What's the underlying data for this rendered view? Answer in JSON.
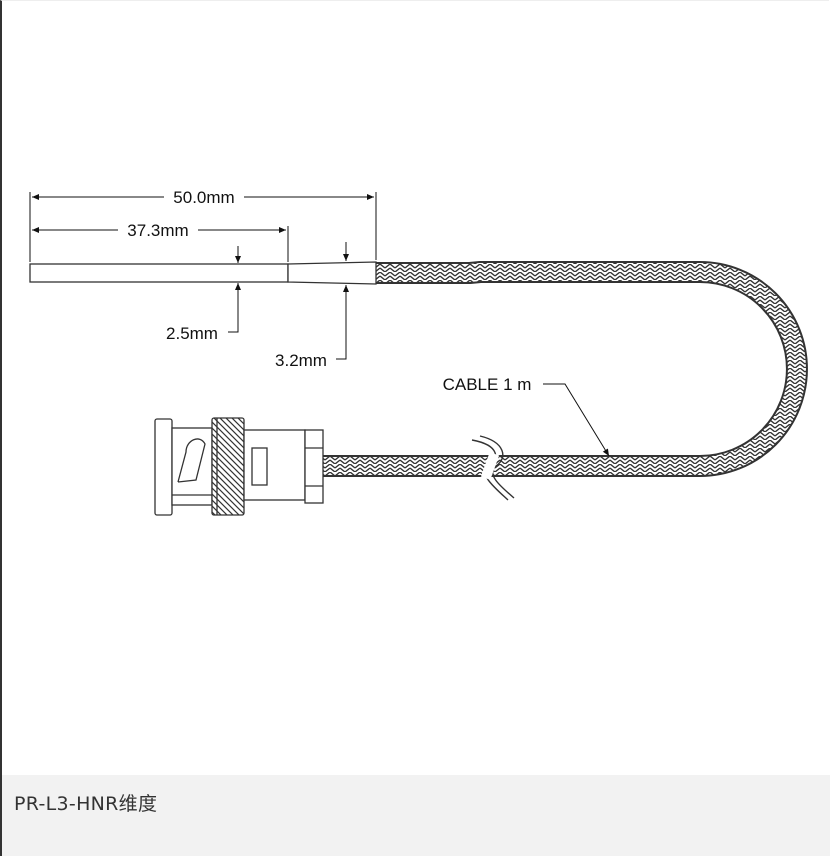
{
  "drawing": {
    "dim_total": "50.0mm",
    "dim_tip": "37.3mm",
    "dim_tip_diameter": "2.5mm",
    "dim_body_diameter": "3.2mm",
    "cable_label": "CABLE 1 m"
  },
  "caption": "PR-L3-HNR维度"
}
